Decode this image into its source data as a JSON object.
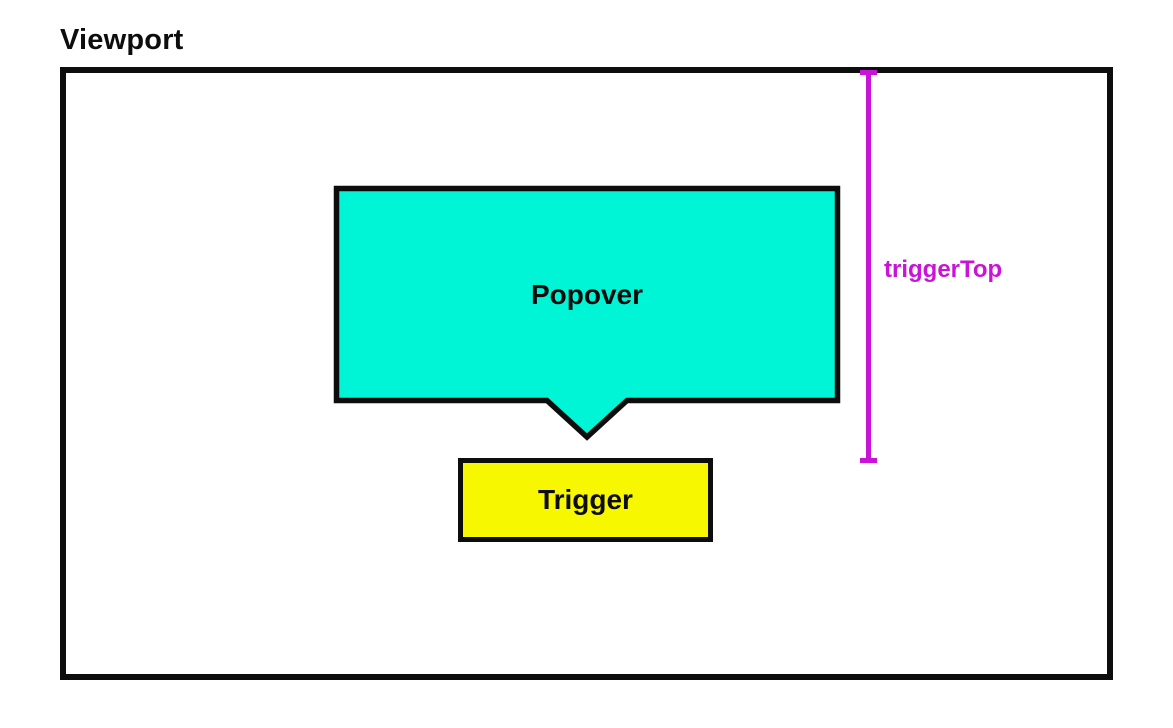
{
  "labels": {
    "viewport": "Viewport",
    "popover": "Popover",
    "trigger": "Trigger",
    "measurement": "triggerTop"
  },
  "colors": {
    "popover-fill": "#00f5d7",
    "trigger-fill": "#f7f700",
    "measure": "#c913d9",
    "outline": "#0d0d0d"
  }
}
